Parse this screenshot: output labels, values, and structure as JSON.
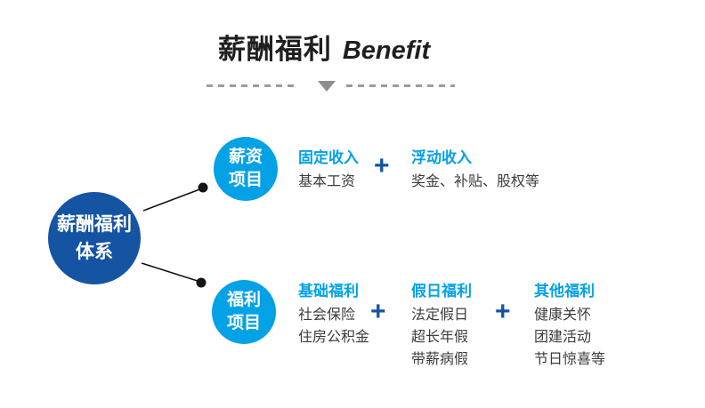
{
  "page": {
    "title_cn": "薪酬福利",
    "title_en": "Benefit"
  },
  "plus_sign": "+",
  "root_node": {
    "line1": "薪酬福利",
    "line2": "体系"
  },
  "branches": [
    {
      "node": {
        "line1": "薪资",
        "line2": "项目"
      },
      "groups": [
        {
          "heading": "固定收入",
          "items": [
            "基本工资"
          ]
        },
        {
          "heading": "浮动收入",
          "items": [
            "奖金、补贴、股权等"
          ]
        }
      ]
    },
    {
      "node": {
        "line1": "福利",
        "line2": "项目"
      },
      "groups": [
        {
          "heading": "基础福利",
          "items": [
            "社会保险",
            "住房公积金"
          ]
        },
        {
          "heading": "假日福利",
          "items": [
            "法定假日",
            "超长年假",
            "带薪病假"
          ]
        },
        {
          "heading": "其他福利",
          "items": [
            "健康关怀",
            "团建活动",
            "节日惊喜等"
          ]
        }
      ]
    }
  ],
  "colors": {
    "dark_blue": "#1454A3",
    "light_blue": "#03A1E6",
    "text_dark": "#3C3C3C",
    "title_black": "#1F1F1F",
    "dash_gray": "#9B9B9B",
    "triangle_gray": "#8C8C8C",
    "line_black": "#141414"
  }
}
